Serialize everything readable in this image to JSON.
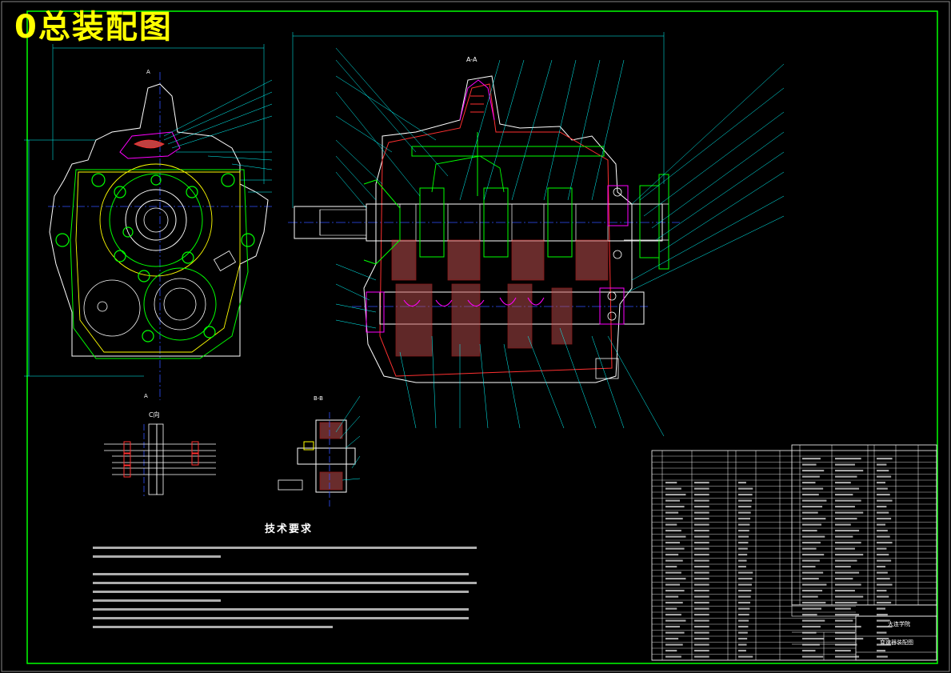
{
  "title": "0总装配图",
  "views": {
    "section_aa": "A-A",
    "section_bb": "B-B",
    "view_c": "C向",
    "mark_a": "A"
  },
  "tech_requirements": {
    "heading": "技术要求"
  },
  "title_block": {
    "company": "大连学院",
    "drawing_name": "变速器装配图"
  },
  "colors": {
    "background": "#000000",
    "frame": "#00ff00",
    "title": "#ffff00",
    "leaders": "#00ffff",
    "parts_green": "#00ff00",
    "parts_magenta": "#ff00ff",
    "parts_red": "#ff3030",
    "parts_white": "#ffffff",
    "centerline": "#3050ff",
    "section_fill": "#c05050"
  }
}
